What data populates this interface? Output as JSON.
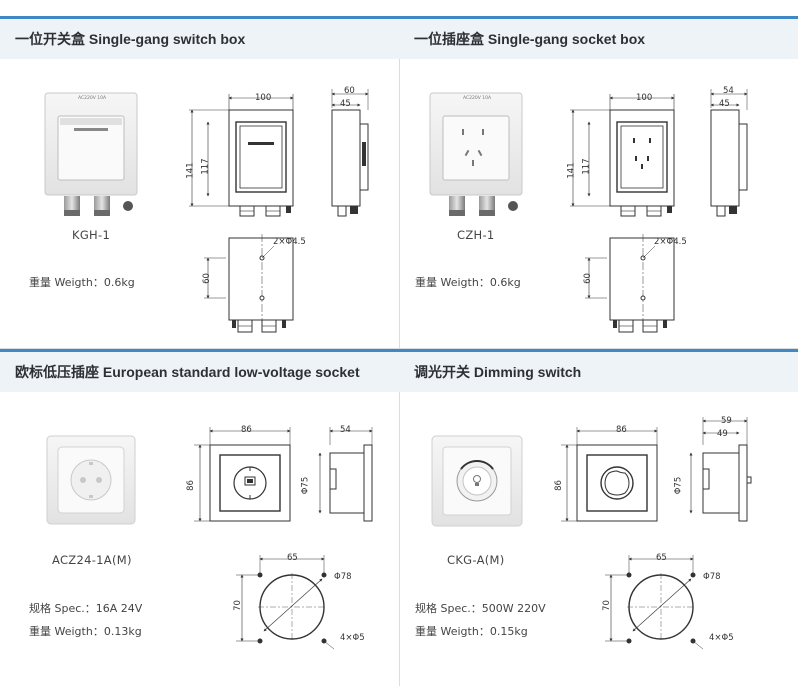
{
  "panels": [
    {
      "title": "一位开关盒 Single-gang switch box",
      "model": "KGH-1",
      "plate_text": "AC220V 10A",
      "specs": [
        {
          "label": "重量 Weigth",
          "sep": "：",
          "value": "0.6kg"
        }
      ],
      "dims": {
        "front_w": "100",
        "front_h_outer": "141",
        "front_h_inner": "117",
        "side_w_outer": "60",
        "side_w_inner": "45",
        "mount_h": "60",
        "hole": "2×Φ4.5"
      }
    },
    {
      "title": "一位插座盒 Single-gang socket box",
      "model": "CZH-1",
      "plate_text": "AC220V 10A",
      "specs": [
        {
          "label": "重量 Weigth",
          "sep": "：",
          "value": "0.6kg"
        }
      ],
      "dims": {
        "front_w": "100",
        "front_h_outer": "141",
        "front_h_inner": "117",
        "side_w_outer": "54",
        "side_w_inner": "45",
        "mount_h": "60",
        "hole": "2×Φ4.5"
      }
    },
    {
      "title": "欧标低压插座 European standard low-voltage socket",
      "model": "ACZ24-1A(M)",
      "specs": [
        {
          "label": "规格 Spec.",
          "sep": "：",
          "value": "16A 24V"
        },
        {
          "label": "重量 Weigth",
          "sep": "：",
          "value": "0.13kg"
        }
      ],
      "dims": {
        "front_w": "86",
        "front_h": "86",
        "side_w": "54",
        "side_d": "Φ75",
        "cut_w": "65",
        "cut_h": "70",
        "cut_d": "Φ78",
        "hole": "4×Φ5"
      }
    },
    {
      "title": "调光开关 Dimming switch",
      "model": "CKG-A(M)",
      "specs": [
        {
          "label": "规格 Spec.",
          "sep": "：",
          "value": "500W 220V"
        },
        {
          "label": "重量 Weigth",
          "sep": "：",
          "value": "0.15kg"
        }
      ],
      "dims": {
        "front_w": "86",
        "front_h": "86",
        "side_w_outer": "59",
        "side_w_inner": "49",
        "side_d": "Φ75",
        "cut_w": "65",
        "cut_h": "70",
        "cut_d": "Φ78",
        "hole": "4×Φ5"
      }
    }
  ],
  "colors": {
    "accent": "#3f88c5",
    "header_bg": "#eef3f7",
    "line": "#333333"
  }
}
